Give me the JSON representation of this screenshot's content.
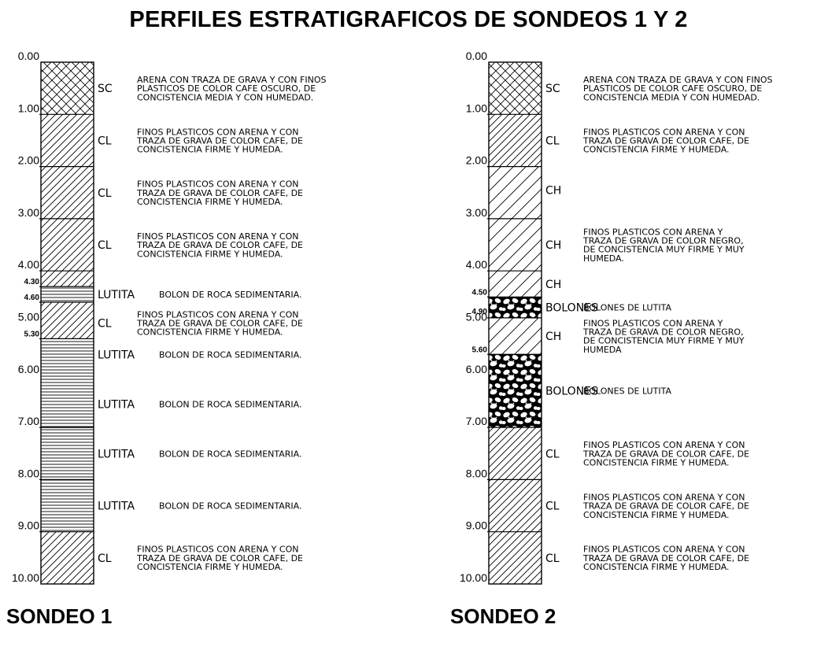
{
  "title": "PERFILES ESTRATIGRAFICOS DE SONDEOS 1 Y 2",
  "soundings": [
    {
      "name": "SONDEO 1",
      "depth_labels": [
        "0.00",
        "1.00",
        "2.00",
        "3.00",
        "4.00",
        "4.30",
        "4.60",
        "5.00",
        "5.30",
        "6.00",
        "7.00",
        "8.00",
        "9.00",
        "10.00"
      ],
      "layers": [
        {
          "from": 0.0,
          "to": 1.0,
          "pattern": "crosshatch"
        },
        {
          "from": 1.0,
          "to": 4.3,
          "pattern": "diagonal-dense"
        },
        {
          "from": 4.3,
          "to": 4.6,
          "pattern": "horizontal"
        },
        {
          "from": 4.6,
          "to": 5.3,
          "pattern": "diagonal-dense"
        },
        {
          "from": 5.3,
          "to": 9.0,
          "pattern": "horizontal"
        },
        {
          "from": 9.0,
          "to": 10.0,
          "pattern": "diagonal-dense"
        }
      ],
      "dividers": [
        1.0,
        2.0,
        3.0,
        4.0,
        4.3,
        4.6,
        5.3,
        7.0,
        8.0,
        9.0
      ],
      "annotations": [
        {
          "depth": 0.5,
          "code": "SC",
          "lines": [
            "ARENA CON TRAZA DE GRAVA Y CON FINOS",
            "PLASTICOS DE COLOR CAFE OSCURO, DE",
            "CONCISTENCIA MEDIA Y CON HUMEDAD."
          ]
        },
        {
          "depth": 1.5,
          "code": "CL",
          "lines": [
            "FINOS PLASTICOS CON ARENA Y CON",
            "TRAZA DE GRAVA DE COLOR CAFE, DE",
            "CONCISTENCIA FIRME Y HUMEDA."
          ]
        },
        {
          "depth": 2.5,
          "code": "CL",
          "lines": [
            "FINOS PLASTICOS CON ARENA Y CON",
            "TRAZA DE GRAVA DE COLOR CAFE, DE",
            "CONCISTENCIA FIRME Y HUMEDA."
          ]
        },
        {
          "depth": 3.5,
          "code": "CL",
          "lines": [
            "FINOS PLASTICOS CON ARENA Y CON",
            "TRAZA DE GRAVA DE COLOR CAFE, DE",
            "CONCISTENCIA FIRME Y HUMEDA."
          ]
        },
        {
          "depth": 4.45,
          "code": "LUTITA",
          "lines": [
            "BOLON DE ROCA SEDIMENTARIA."
          ]
        },
        {
          "depth": 5.0,
          "code": "CL",
          "lines": [
            "FINOS PLASTICOS CON ARENA Y CON",
            "TRAZA DE GRAVA DE COLOR CAFE, DE",
            "CONCISTENCIA FIRME Y HUMEDA."
          ]
        },
        {
          "depth": 5.6,
          "code": "LUTITA",
          "lines": [
            "BOLON DE ROCA SEDIMENTARIA."
          ]
        },
        {
          "depth": 6.55,
          "code": "LUTITA",
          "lines": [
            "BOLON DE ROCA SEDIMENTARIA."
          ]
        },
        {
          "depth": 7.5,
          "code": "LUTITA",
          "lines": [
            "BOLON DE ROCA SEDIMENTARIA."
          ]
        },
        {
          "depth": 8.5,
          "code": "LUTITA",
          "lines": [
            "BOLON DE ROCA SEDIMENTARIA."
          ]
        },
        {
          "depth": 9.5,
          "code": "CL",
          "lines": [
            "FINOS PLASTICOS CON ARENA Y CON",
            "TRAZA DE GRAVA DE COLOR CAFE, DE",
            "CONCISTENCIA FIRME Y HUMEDA."
          ]
        }
      ]
    },
    {
      "name": "SONDEO 2",
      "depth_labels": [
        "0.00",
        "1.00",
        "2.00",
        "3.00",
        "4.00",
        "4.50",
        "4.90",
        "5.00",
        "5.60",
        "6.00",
        "7.00",
        "8.00",
        "9.00",
        "10.00"
      ],
      "layers": [
        {
          "from": 0.0,
          "to": 1.0,
          "pattern": "crosshatch"
        },
        {
          "from": 1.0,
          "to": 2.0,
          "pattern": "diagonal-dense"
        },
        {
          "from": 2.0,
          "to": 4.5,
          "pattern": "diagonal-sparse"
        },
        {
          "from": 4.5,
          "to": 4.9,
          "pattern": "boulders"
        },
        {
          "from": 4.9,
          "to": 5.6,
          "pattern": "diagonal-sparse"
        },
        {
          "from": 5.6,
          "to": 7.0,
          "pattern": "boulders"
        },
        {
          "from": 7.0,
          "to": 10.0,
          "pattern": "diagonal-dense"
        }
      ],
      "dividers": [
        1.0,
        2.0,
        3.0,
        4.0,
        4.5,
        4.9,
        5.6,
        7.0,
        8.0,
        9.0
      ],
      "annotations": [
        {
          "depth": 0.5,
          "code": "SC",
          "lines": [
            "ARENA CON TRAZA DE GRAVA Y CON FINOS",
            "PLASTICOS DE COLOR CAFE OSCURO, DE",
            "CONCISTENCIA MEDIA Y CON HUMEDAD."
          ]
        },
        {
          "depth": 1.5,
          "code": "CL",
          "lines": [
            "FINOS PLASTICOS CON ARENA Y CON",
            "TRAZA DE GRAVA DE COLOR CAFE, DE",
            "CONCISTENCIA FIRME Y HUMEDA."
          ]
        },
        {
          "depth": 2.45,
          "code": "CH",
          "lines": []
        },
        {
          "depth": 3.5,
          "code": "CH",
          "lines": [
            "FINOS PLASTICOS CON ARENA Y",
            "TRAZA DE GRAVA DE COLOR NEGRO,",
            "DE CONCISTENCIA MUY FIRME Y MUY",
            "HUMEDA."
          ]
        },
        {
          "depth": 4.25,
          "code": "CH",
          "lines": []
        },
        {
          "depth": 4.7,
          "code": "BOLONES",
          "lines": [
            "BOLONES DE LUTITA"
          ]
        },
        {
          "depth": 5.25,
          "code": "CH",
          "lines": [
            "FINOS PLASTICOS CON ARENA Y",
            "TRAZA DE GRAVA DE COLOR NEGRO,",
            "DE CONCISTENCIA MUY FIRME Y MUY",
            "HUMEDA"
          ]
        },
        {
          "depth": 6.3,
          "code": "BOLONES",
          "lines": [
            "BOLONES DE LUTITA"
          ]
        },
        {
          "depth": 7.5,
          "code": "CL",
          "lines": [
            "FINOS PLASTICOS CON ARENA Y CON",
            "TRAZA DE GRAVA DE COLOR CAFE, DE",
            "CONCISTENCIA FIRME Y HUMEDA."
          ]
        },
        {
          "depth": 8.5,
          "code": "CL",
          "lines": [
            "FINOS PLASTICOS CON ARENA Y CON",
            "TRAZA DE GRAVA DE COLOR CAFE, DE",
            "CONCISTENCIA FIRME Y HUMEDA."
          ]
        },
        {
          "depth": 9.5,
          "code": "CL",
          "lines": [
            "FINOS PLASTICOS CON ARENA Y CON",
            "TRAZA DE GRAVA DE COLOR CAFE, DE",
            "CONCISTENCIA FIRME Y HUMEDA."
          ]
        }
      ]
    }
  ]
}
